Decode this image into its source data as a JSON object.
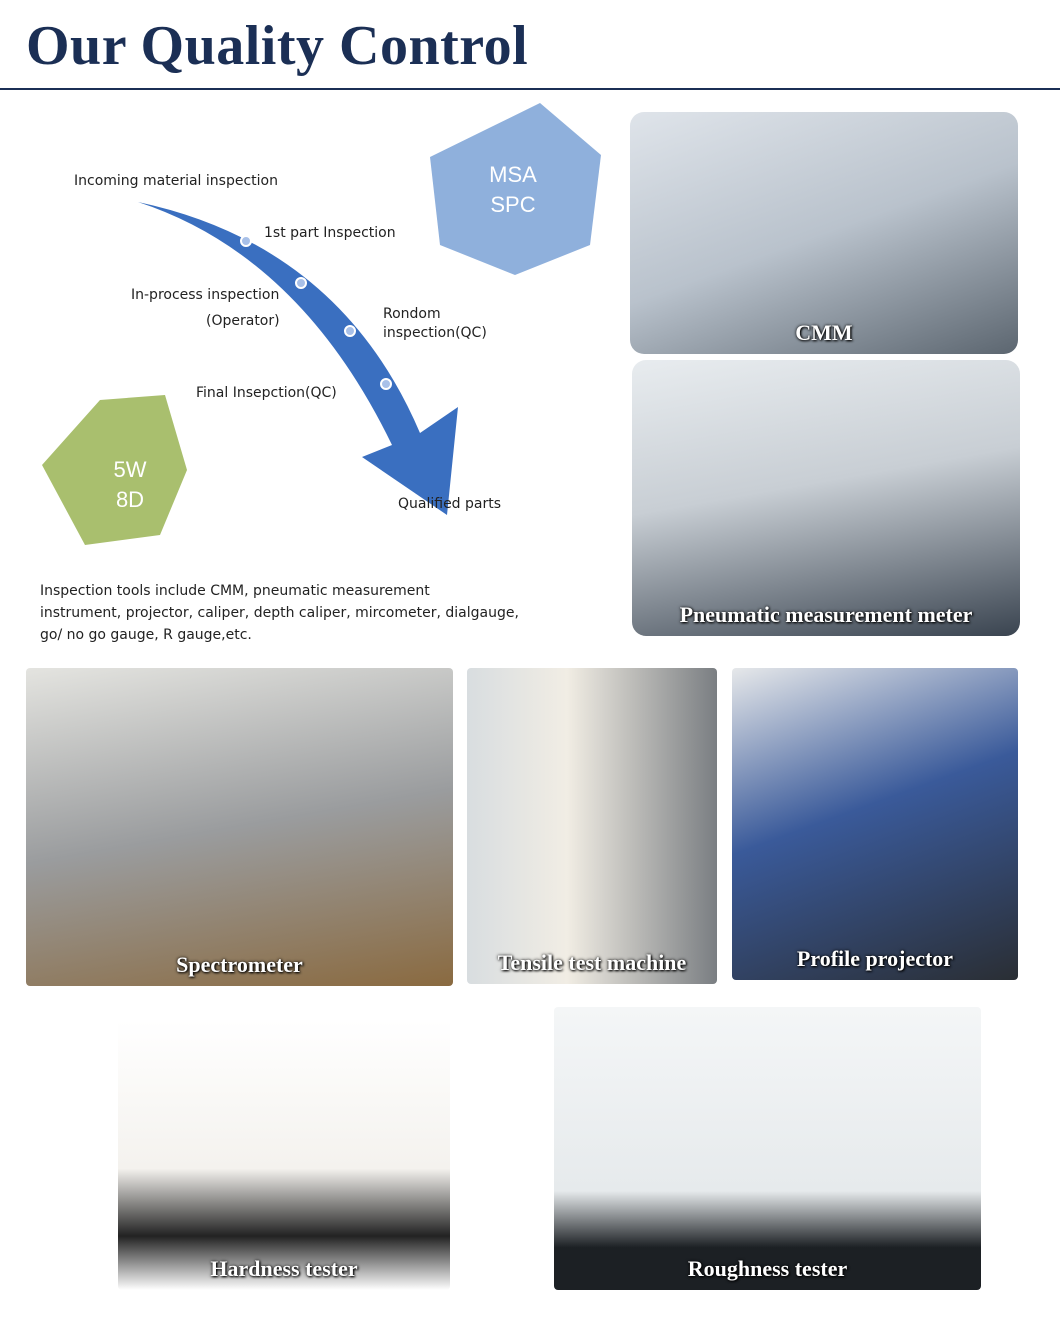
{
  "title": "Our Quality Control",
  "flow": {
    "steps": [
      "Incoming material inspection",
      "1st part Inspection",
      "In-process inspection",
      "(Operator)",
      "Rondom",
      "inspection(QC)",
      "Final Insepction(QC)",
      "Qualified parts"
    ],
    "hex_blue": [
      "MSA",
      "SPC"
    ],
    "hex_green": [
      "5W",
      "8D"
    ],
    "tools_text": [
      "Inspection tools include  CMM, pneumatic measurement",
      "instrument, projector, caliper, depth caliper, mircometer, dialgauge,",
      "go/ no go gauge, R gauge,etc."
    ]
  },
  "photos": [
    "CMM",
    "Pneumatic measurement meter",
    "Spectrometer",
    "Tensile test machine",
    "Profile projector",
    "Hardness tester",
    "Roughness tester"
  ],
  "colors": {
    "title": "#1b2f55",
    "arrow": "#3a6fc0",
    "hex_blue": "#8fb0dc",
    "hex_green": "#a9bf6e"
  }
}
